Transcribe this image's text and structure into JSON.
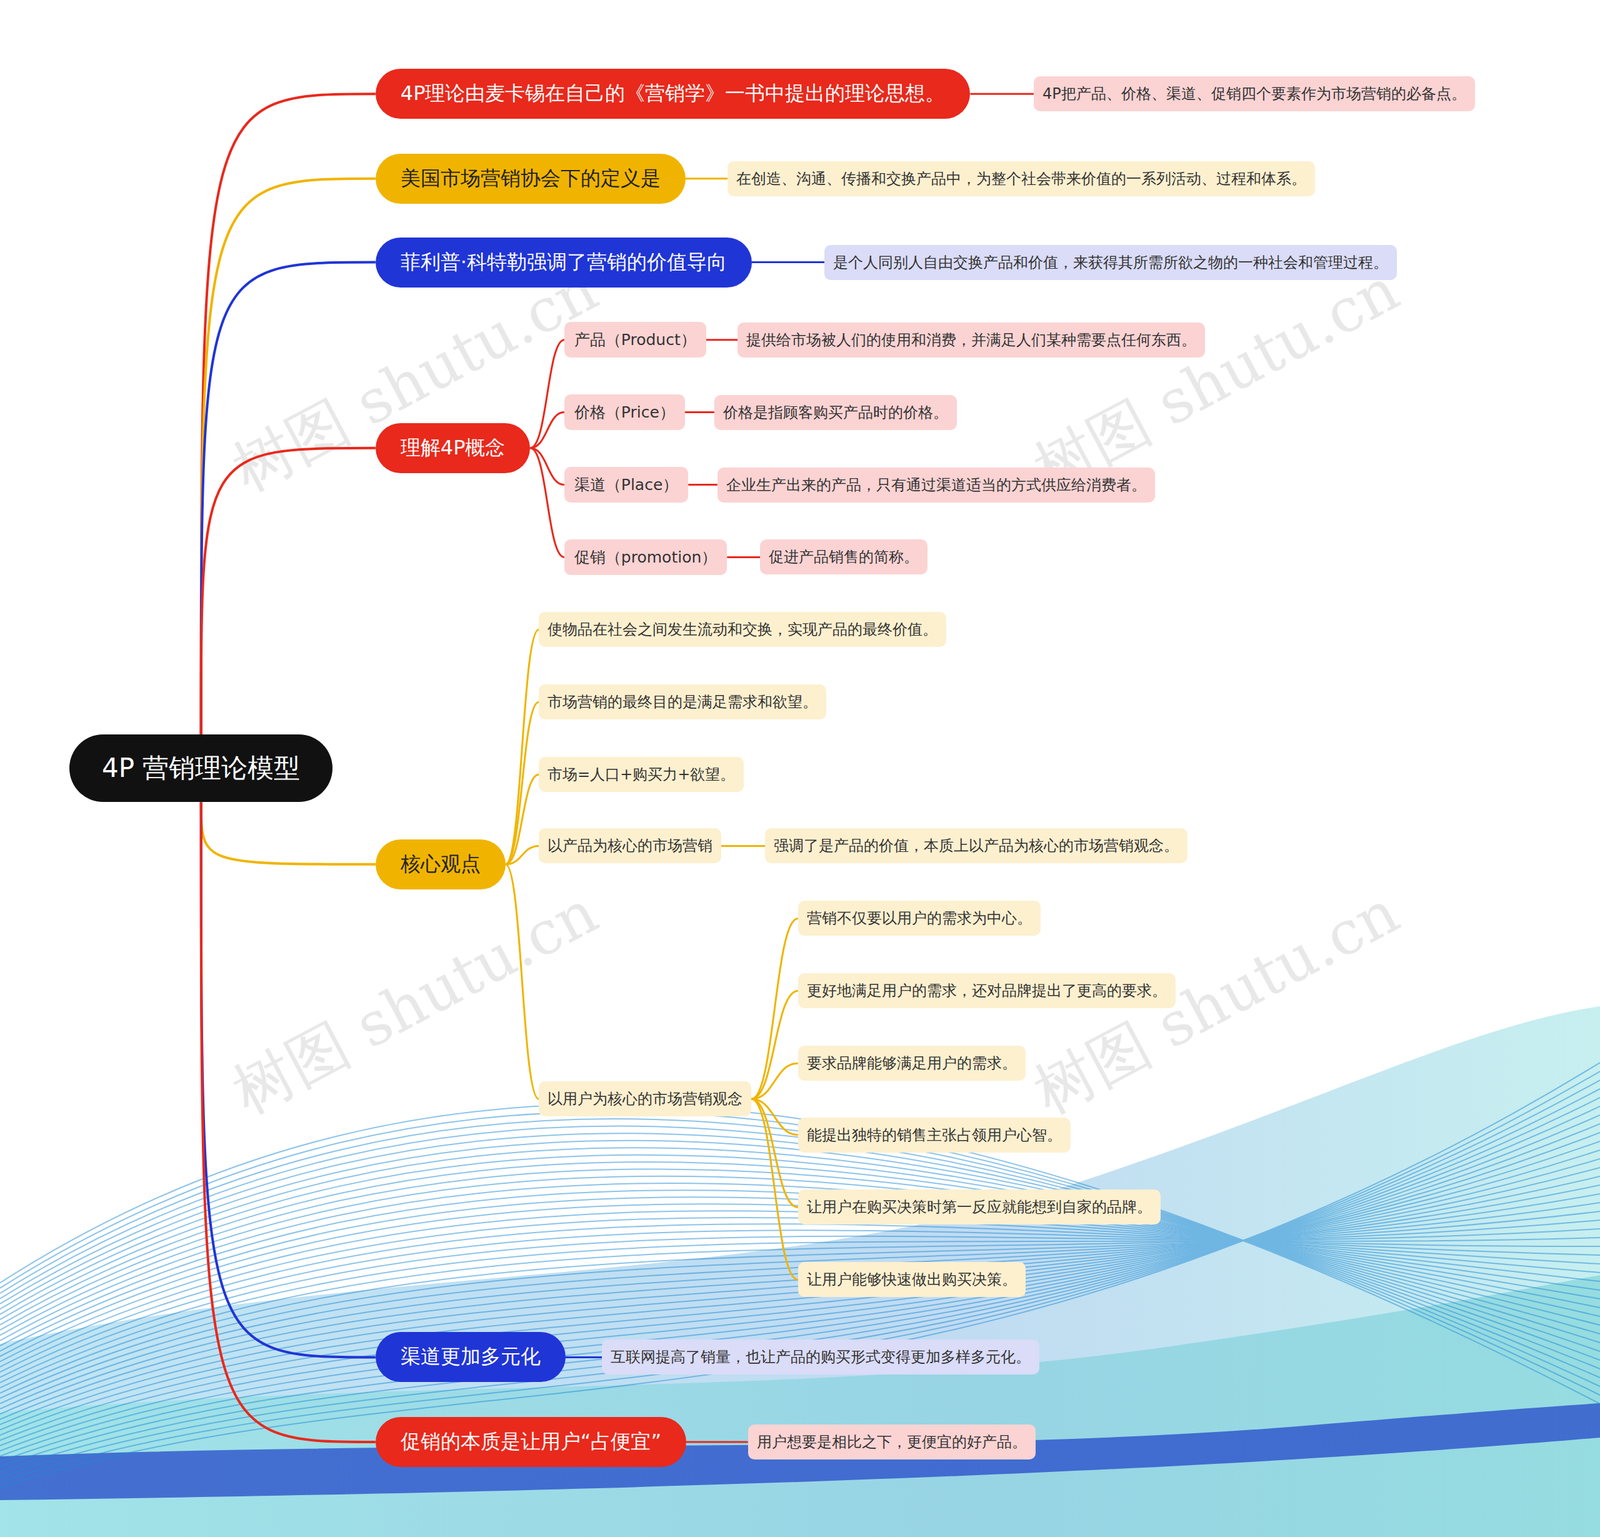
{
  "diagram": {
    "nodes": [
      {
        "text": [
          "4P 营销理论模型"
        ]
      },
      {
        "text": [
          "4P理论由麦卡锡在自己的《营销学》一书中提出的理论思想。"
        ]
      },
      {
        "text": [
          "4P把产品、价格、渠道、促销四个要素作为市场营销的必备点。"
        ]
      },
      {
        "text": [
          "美国市场营销协会下的定义是"
        ]
      },
      {
        "text": [
          "在创造、沟通、传播和交换产品中，为整个社会带来价值的一系列活动、过程和体系。"
        ]
      },
      {
        "text": [
          "菲利普·科特勒强调了营销的价值导向"
        ]
      },
      {
        "text": [
          "是个人同别人自由交换产品和价值，来获得其所需所欲之物的一种社会和管理过程。"
        ]
      },
      {
        "text": [
          "理解4P概念"
        ]
      },
      {
        "text": [
          "产品（Product）"
        ]
      },
      {
        "text": [
          "提供给市场被人们的使用和消费，并满足人们某种需要点任何东西。"
        ]
      },
      {
        "text": [
          "价格（Price）"
        ]
      },
      {
        "text": [
          "价格是指顾客购买产品时的价格。"
        ]
      },
      {
        "text": [
          "渠道（Place）"
        ]
      },
      {
        "text": [
          "企业生产出来的产品，只有通过渠道适当的方式供应给消费者。"
        ]
      },
      {
        "text": [
          "促销（promotion）"
        ]
      },
      {
        "text": [
          "促进产品销售的简称。"
        ]
      },
      {
        "text": [
          "核心观点"
        ]
      },
      {
        "text": [
          "使物品在社会之间发生流动和交换，实现产品的最终价值。"
        ]
      },
      {
        "text": [
          "市场营销的最终目的是满足需求和欲望。"
        ]
      },
      {
        "text": [
          "市场=人口+购买力+欲望。"
        ]
      },
      {
        "text": [
          "以产品为核心的市场营销"
        ]
      },
      {
        "text": [
          "强调了是产品的价值，本质上以产品为核心的市场营销观念。"
        ]
      },
      {
        "text": [
          "以用户为核心的市场营销观念"
        ]
      },
      {
        "text": [
          "营销不仅要以用户的需求为中心。"
        ]
      },
      {
        "text": [
          "更好地满足用户的需求，还对品牌提出了更高的要求。"
        ]
      },
      {
        "text": [
          "要求品牌能够满足用户的需求。"
        ]
      },
      {
        "text": [
          "能提出独特的销售主张占领用户心智。"
        ]
      },
      {
        "text": [
          "让用户在购买决策时第一反应就能想到自家的品牌。"
        ]
      },
      {
        "text": [
          "让用户能够快速做出购买决策。"
        ]
      },
      {
        "text": [
          "渠道更加多元化"
        ]
      },
      {
        "text": [
          "互联网提高了销量，也让产品的购买形式变得更加多样多元化。"
        ]
      },
      {
        "text": [
          "促销的本质是让用户“占便宜”"
        ]
      },
      {
        "text": [
          "用户想要是相比之下，更便宜的好产品。"
        ]
      }
    ],
    "edges": [
      {
        "from": 0,
        "to": 1,
        "arrow": "none"
      },
      {
        "from": 1,
        "to": 2,
        "arrow": "none"
      },
      {
        "from": 0,
        "to": 3,
        "arrow": "none"
      },
      {
        "from": 3,
        "to": 4,
        "arrow": "none"
      },
      {
        "from": 0,
        "to": 5,
        "arrow": "none"
      },
      {
        "from": 5,
        "to": 6,
        "arrow": "none"
      },
      {
        "from": 0,
        "to": 7,
        "arrow": "none"
      },
      {
        "from": 7,
        "to": 8,
        "arrow": "none"
      },
      {
        "from": 8,
        "to": 9,
        "arrow": "none"
      },
      {
        "from": 7,
        "to": 10,
        "arrow": "none"
      },
      {
        "from": 10,
        "to": 11,
        "arrow": "none"
      },
      {
        "from": 7,
        "to": 12,
        "arrow": "none"
      },
      {
        "from": 12,
        "to": 13,
        "arrow": "none"
      },
      {
        "from": 7,
        "to": 14,
        "arrow": "none"
      },
      {
        "from": 14,
        "to": 15,
        "arrow": "none"
      },
      {
        "from": 0,
        "to": 16,
        "arrow": "none"
      },
      {
        "from": 16,
        "to": 17,
        "arrow": "none"
      },
      {
        "from": 16,
        "to": 18,
        "arrow": "none"
      },
      {
        "from": 16,
        "to": 19,
        "arrow": "none"
      },
      {
        "from": 16,
        "to": 20,
        "arrow": "none"
      },
      {
        "from": 20,
        "to": 21,
        "arrow": "none"
      },
      {
        "from": 16,
        "to": 22,
        "arrow": "none"
      },
      {
        "from": 22,
        "to": 23,
        "arrow": "none"
      },
      {
        "from": 22,
        "to": 24,
        "arrow": "none"
      },
      {
        "from": 22,
        "to": 25,
        "arrow": "none"
      },
      {
        "from": 22,
        "to": 26,
        "arrow": "none"
      },
      {
        "from": 22,
        "to": 27,
        "arrow": "none"
      },
      {
        "from": 22,
        "to": 28,
        "arrow": "none"
      },
      {
        "from": 0,
        "to": 29,
        "arrow": "none"
      },
      {
        "from": 29,
        "to": 30,
        "arrow": "none"
      },
      {
        "from": 0,
        "to": 31,
        "arrow": "none"
      },
      {
        "from": 31,
        "to": 32,
        "arrow": "none"
      }
    ],
    "labels": [
      "树图 shutu.cn",
      "树图 shutu.cn",
      "树图 shutu.cn",
      "树图 shutu.cn"
    ]
  }
}
